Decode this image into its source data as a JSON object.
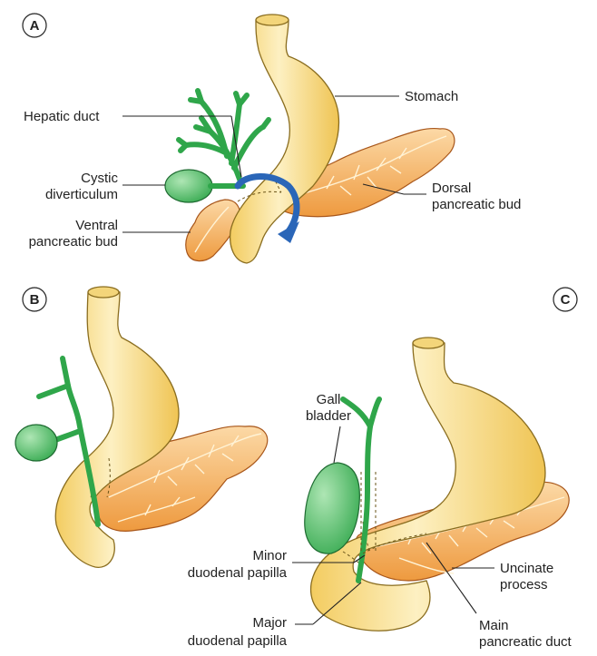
{
  "panels": {
    "a": {
      "letter": "A",
      "labels": {
        "stomach": "Stomach",
        "hepatic_duct": "Hepatic duct",
        "cystic_1": "Cystic",
        "cystic_2": "diverticulum",
        "dorsal_1": "Dorsal",
        "dorsal_2": "pancreatic bud",
        "ventral_1": "Ventral",
        "ventral_2": "pancreatic bud"
      }
    },
    "b": {
      "letter": "B"
    },
    "c": {
      "letter": "C",
      "labels": {
        "gall_1": "Gall",
        "gall_2": "bladder",
        "minor_1": "Minor",
        "minor_2": "duodenal papilla",
        "major_1": "Major",
        "major_2": "duodenal papilla",
        "uncinate_1": "Uncinate",
        "uncinate_2": "process",
        "main_1": "Main",
        "main_2": "pancreatic duct"
      }
    }
  },
  "colors": {
    "stomach": "#f5d26b",
    "stomach_light": "#fdf0c2",
    "pancreas": "#f0a24a",
    "pancreas_light": "#fcd9a6",
    "biliary": "#3cb454",
    "arrow": "#2a66b8"
  }
}
